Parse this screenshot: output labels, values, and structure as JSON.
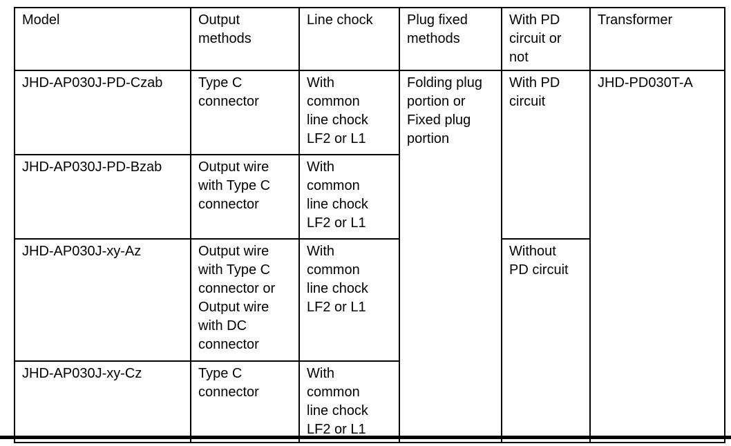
{
  "table": {
    "header": {
      "model": "Model",
      "output_methods": "Output\nmethods",
      "line_chock": "Line chock",
      "plug_fixed_methods": "Plug fixed\nmethods",
      "with_pd_circuit_or_not": "With PD\ncircuit or\nnot",
      "transformer": "Transformer"
    },
    "rows": [
      {
        "model": "JHD-AP030J-PD-Czab",
        "output_methods": "Type C\nconnector",
        "line_chock": "With\ncommon\nline chock\nLF2 or L1"
      },
      {
        "model": "JHD-AP030J-PD-Bzab",
        "output_methods": "Output wire\nwith Type C\nconnector",
        "line_chock": "With\ncommon\nline chock\nLF2 or L1"
      },
      {
        "model": "JHD-AP030J-xy-Az",
        "output_methods": "Output wire\nwith Type C\nconnector or\nOutput wire\nwith DC\nconnector",
        "line_chock": "With\ncommon\nline chock\nLF2 or L1"
      },
      {
        "model": "JHD-AP030J-xy-Cz",
        "output_methods": "Type C\nconnector",
        "line_chock": "With\ncommon\nline chock\nLF2 or L1"
      }
    ],
    "merged_cells": {
      "plug_fixed_methods": "Folding plug\nportion or\nFixed plug\nportion",
      "with_pd_circuit": "With PD\ncircuit",
      "without_pd_circuit": "Without\nPD circuit",
      "transformer_model": "JHD-PD030T-A"
    },
    "border_color": "#000000",
    "text_color": "#000000",
    "background_color": "#ffffff"
  }
}
